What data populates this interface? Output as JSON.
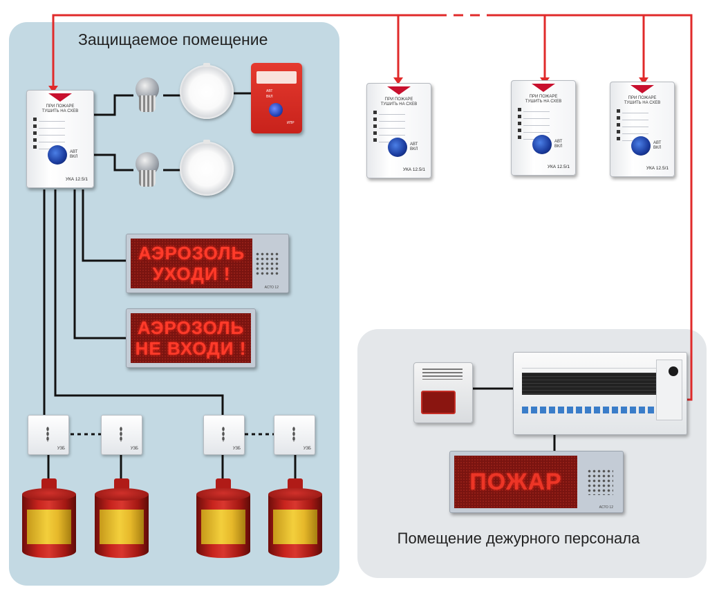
{
  "diagram": {
    "protected_room_title": "Защищаемое помещение",
    "duty_room_title": "Помещение дежурного персонала",
    "control_module": {
      "caption_line1": "ПРИ ПОЖАРЕ",
      "caption_line2": "ТУШИТЬ НА СХЕВ",
      "button_label_1": "АВТ",
      "button_label_2": "ВКЛ",
      "model": "УКА 12.5/1"
    },
    "boards": [
      {
        "line1": "АЭРОЗОЛЬ",
        "line2": "УХОДИ !",
        "tag": "АСТО 12"
      },
      {
        "line1": "АЭРОЗОЛЬ",
        "line2": "НЕ ВХОДИ !",
        "tag": ""
      },
      {
        "line1": "ПОЖАР",
        "line2": "",
        "tag": "АСТО 12"
      }
    ],
    "junction_box_label": "УЗБ",
    "manual_call_point": {
      "line1": "АВТ",
      "line2": "ВКЛ",
      "brand": "ИПР"
    },
    "wire_color": "#e02a2a"
  }
}
